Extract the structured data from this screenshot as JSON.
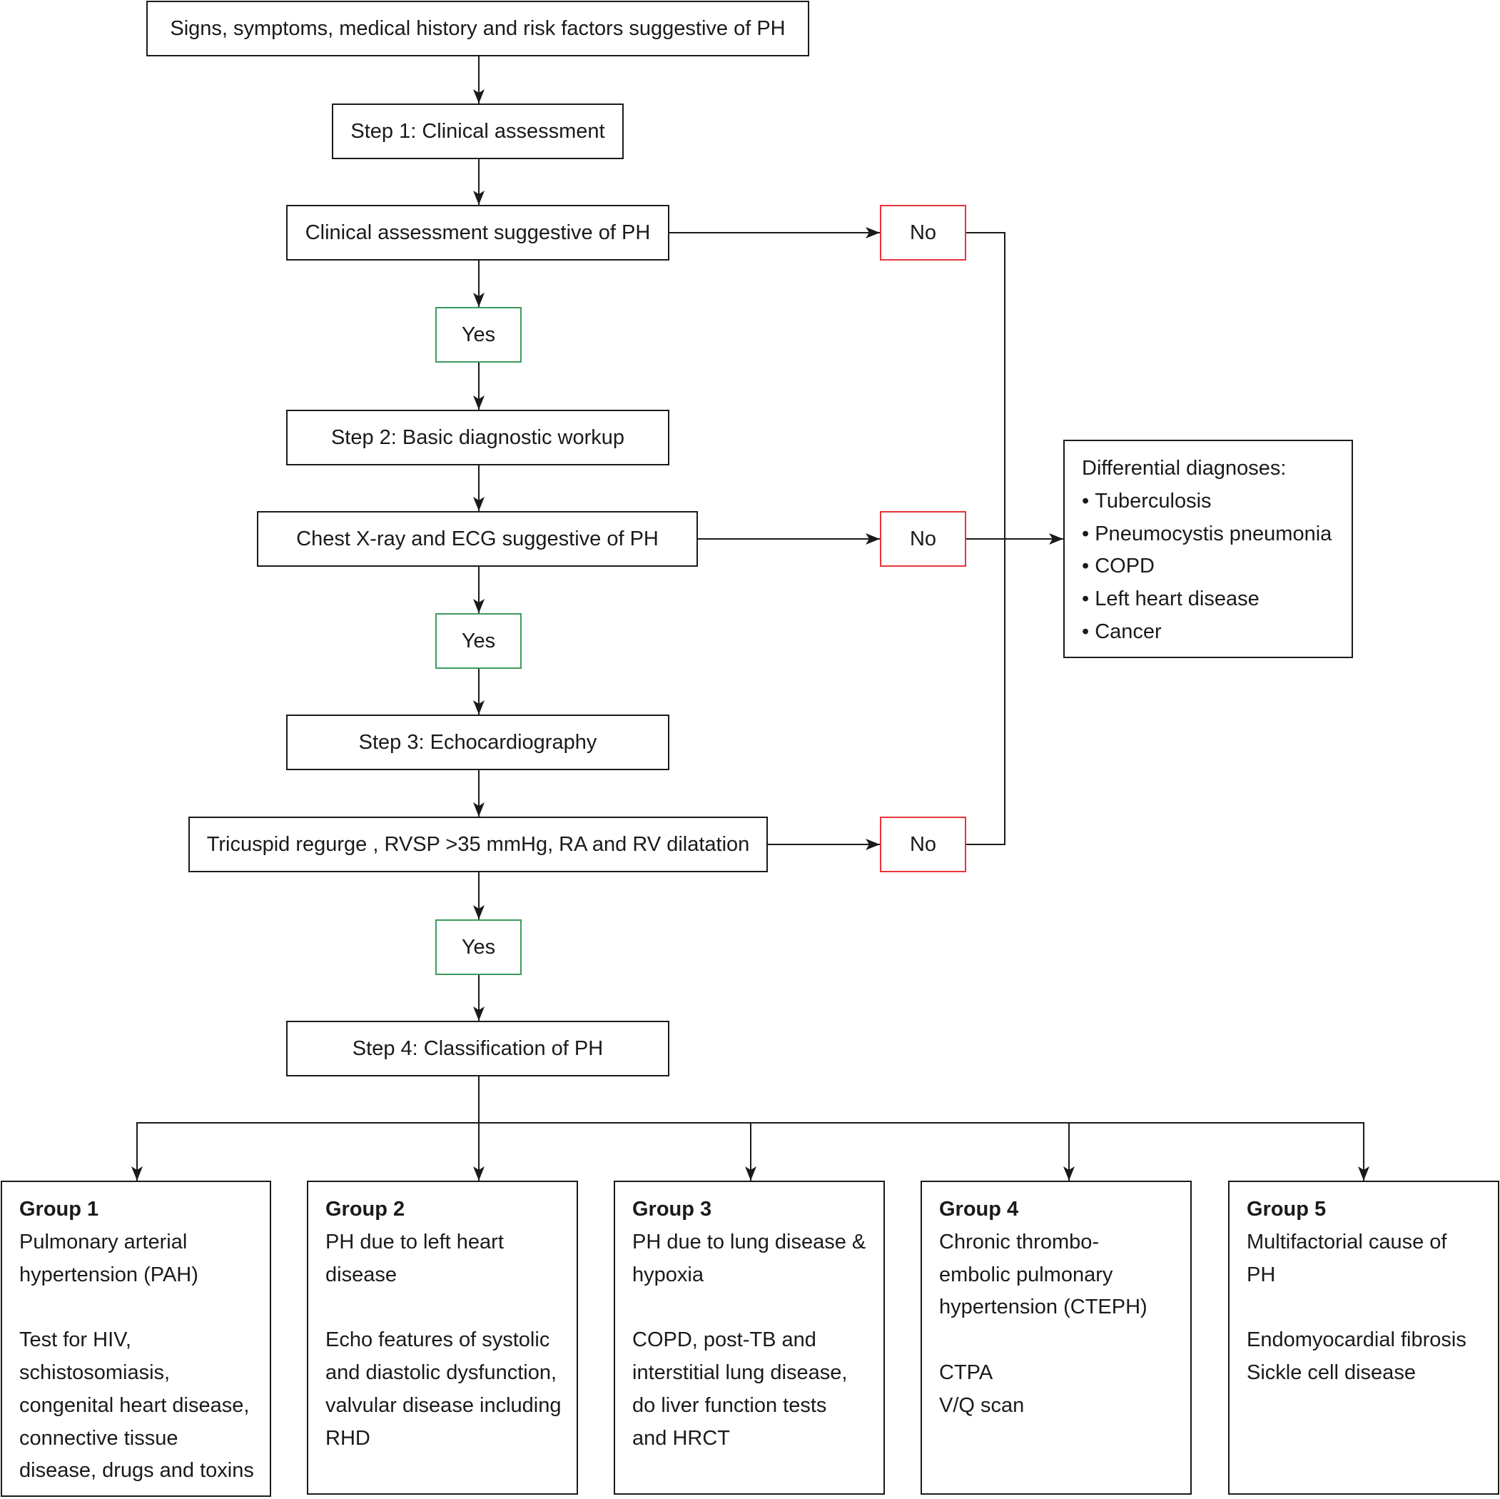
{
  "flow": {
    "start": "Signs, symptoms, medical history and risk factors suggestive of PH",
    "steps": [
      "Step 1: Clinical assessment",
      "Step 2: Basic diagnostic workup",
      "Step 3: Echocardiography",
      "Step 4: Classification of PH"
    ],
    "decisions": [
      {
        "question": "Clinical assessment suggestive of PH",
        "yes": "Yes",
        "no": "No"
      },
      {
        "question": "Chest X-ray and ECG suggestive of PH",
        "yes": "Yes",
        "no": "No"
      },
      {
        "question": "Tricuspid regurge , RVSP >35 mmHg, RA and RV dilatation",
        "yes": "Yes",
        "no": "No"
      }
    ]
  },
  "differential": {
    "title": "Differential diagnoses:",
    "items": [
      "Tuberculosis",
      "Pneumocystis pneumonia",
      "COPD",
      "Left heart disease",
      "Cancer"
    ]
  },
  "groups": [
    {
      "name": "Group 1",
      "description": [
        "Pulmonary arterial",
        "hypertension (PAH)"
      ],
      "details": [
        "Test for HIV,",
        "schistosomiasis,",
        "congenital heart disease,",
        "connective tissue",
        "disease, drugs and toxins"
      ]
    },
    {
      "name": "Group 2",
      "description": [
        "PH due to left heart",
        "disease"
      ],
      "details": [
        "Echo features of systolic",
        "and diastolic dysfunction,",
        "valvular disease including",
        "RHD"
      ]
    },
    {
      "name": "Group 3",
      "description": [
        "PH due to lung disease &",
        "hypoxia"
      ],
      "details": [
        "COPD, post-TB and",
        "interstitial lung disease,",
        "do liver function tests",
        "and HRCT"
      ]
    },
    {
      "name": "Group 4",
      "description": [
        "Chronic thrombo-",
        "embolic pulmonary",
        "hypertension (CTEPH)"
      ],
      "details": [
        "CTPA",
        "V/Q scan"
      ]
    },
    {
      "name": "Group 5",
      "description": [
        "Multifactorial cause of",
        "PH"
      ],
      "details": [
        "Endomyocardial fibrosis",
        "Sickle cell disease"
      ]
    }
  ],
  "colors": {
    "line": "#1a1a1a",
    "yes": "#3d9b5c",
    "no": "#e8343b"
  }
}
